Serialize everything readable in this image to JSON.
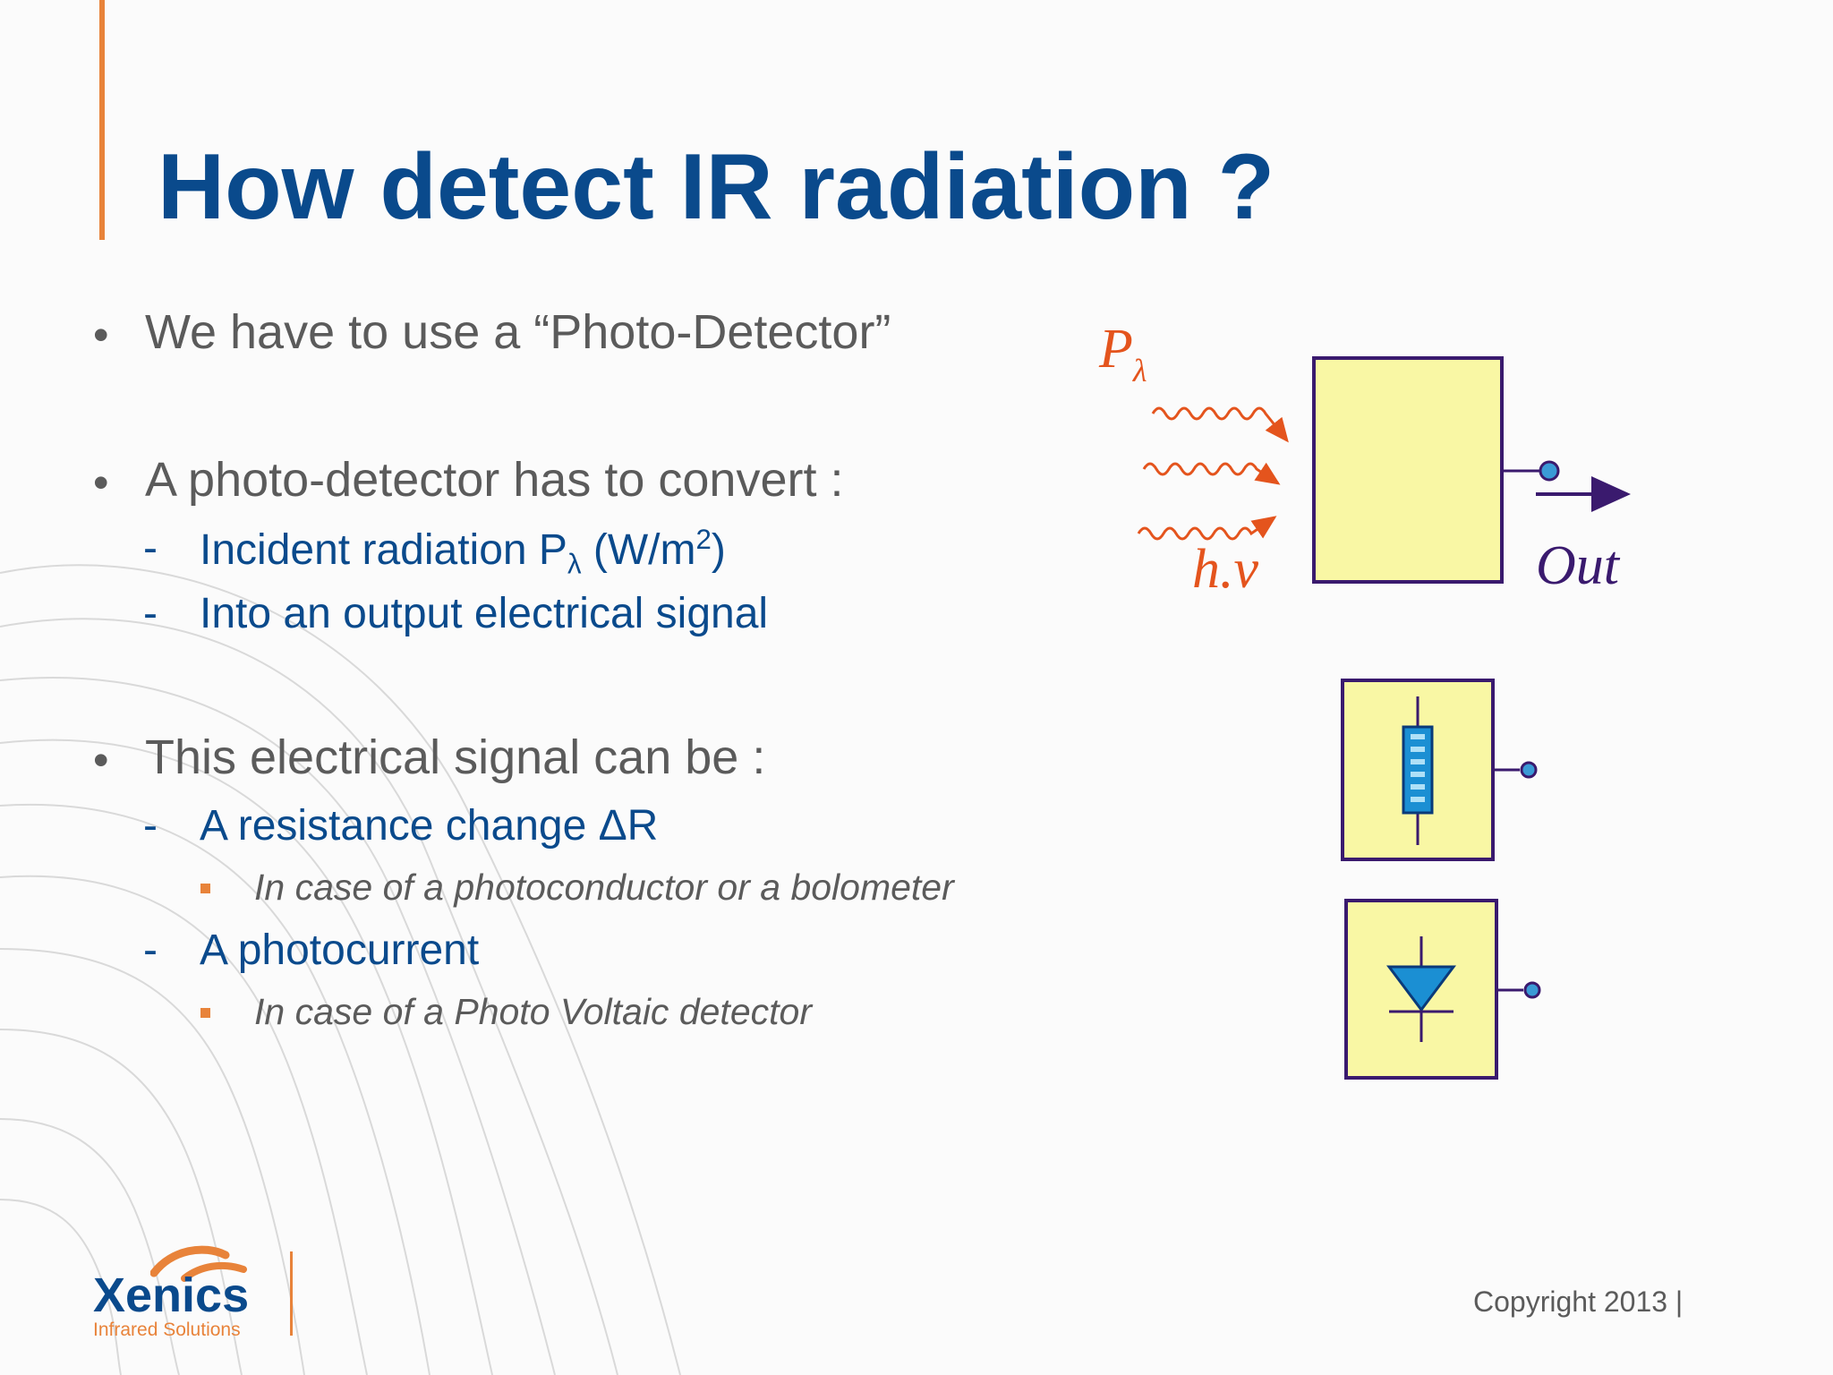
{
  "slide": {
    "title": "How detect IR radiation ?"
  },
  "bullets": [
    {
      "text": "We have to use a “Photo-Detector”",
      "children": []
    },
    {
      "text": "A photo-detector has to convert :",
      "children": [
        {
          "text_prefix": "Incident radiation P",
          "subscript": "λ",
          "text_mid": " (W/m",
          "superscript": "2",
          "text_suffix": ")"
        },
        {
          "text": "Into an output electrical signal"
        }
      ]
    },
    {
      "text": "This electrical signal can be :",
      "children": [
        {
          "text": "A resistance change ΔR",
          "note": "In case of a photoconductor or a bolometer"
        },
        {
          "text": "A photocurrent",
          "note": "In case of a Photo Voltaic detector"
        }
      ]
    }
  ],
  "diagram": {
    "power_label_main": "P",
    "power_label_sub": "λ",
    "photon_label": "h.v",
    "output_label": "Out",
    "colors": {
      "box_fill": "#f9f7a4",
      "box_stroke": "#3a1a6e",
      "wave": "#e4541d",
      "terminal": "#3a9ad6",
      "component": "#1b8fd3"
    },
    "icons": [
      "detector-box",
      "resistor-icon",
      "diode-icon"
    ]
  },
  "logo": {
    "name": "Xenics",
    "tagline": "Infrared Solutions"
  },
  "footer": {
    "copyright": "Copyright 2013 |"
  }
}
